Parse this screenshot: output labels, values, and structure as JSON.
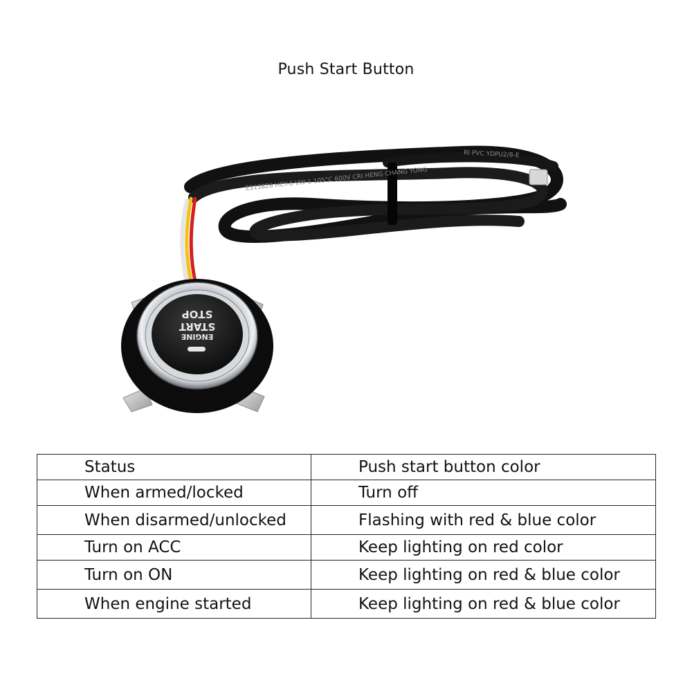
{
  "title": "Push Start Button",
  "product": {
    "button_text": [
      "ENGINE",
      "START",
      "STOP"
    ],
    "cable_print": "E313826 HCY-6 VW-1 105°C 600V CRI HENG CHANG YONG",
    "cable_print_2": "RI PVC YDPU2/8-E",
    "colors": {
      "cable": "#111111",
      "chrome": "#c9cdd2",
      "wire_red": "#d32020",
      "wire_yellow": "#f2c21a",
      "wire_white": "#f2f2f2"
    }
  },
  "table": {
    "rows": [
      {
        "status": "Status",
        "color": "Push start button color"
      },
      {
        "status": "When armed/locked",
        "color": "Turn off"
      },
      {
        "status": "When disarmed/unlocked",
        "color": "Flashing with red & blue color"
      },
      {
        "status": "Turn on ACC",
        "color": "Keep lighting on red color"
      },
      {
        "status": "Turn on ON",
        "color": "Keep lighting on red & blue color"
      },
      {
        "status": "When engine started",
        "color": "Keep lighting on red & blue color"
      }
    ]
  }
}
